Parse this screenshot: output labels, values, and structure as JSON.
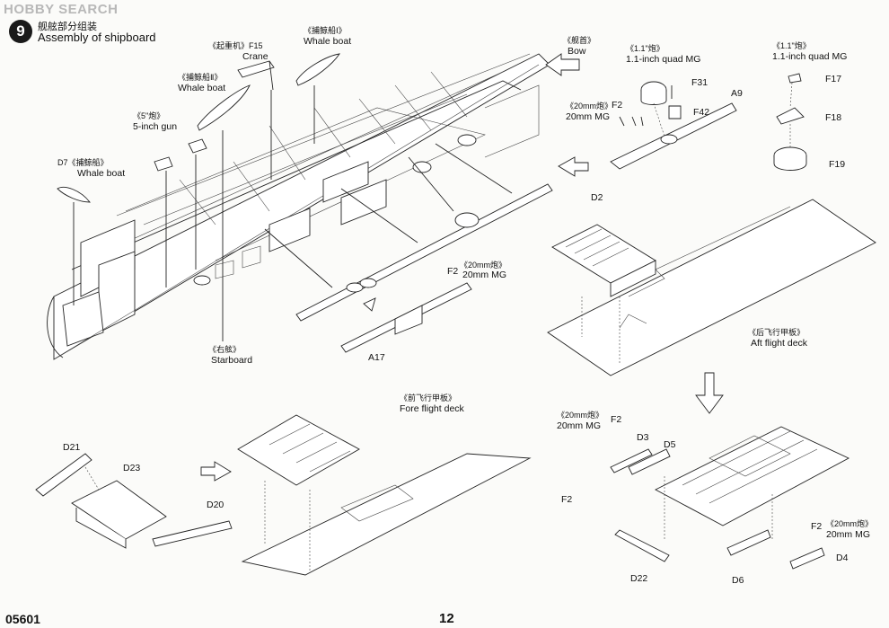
{
  "watermark": "HOBBY SEARCH",
  "step": {
    "number": "9",
    "title_cn": "舰舷部分组装",
    "title_en": "Assembly of shipboard"
  },
  "labels": {
    "crane_cn": "《起重机》F15",
    "crane_en": "Crane",
    "whaleboat1_cn": "《捕鲸船Ⅰ》",
    "whaleboat1_en": "Whale boat",
    "whaleboat2_cn": "《捕鲸船Ⅱ》",
    "whaleboat2_en": "Whale boat",
    "gun_cn": "《5\"炮》",
    "gun_en": "5-inch gun",
    "d7_cn": "D7《捕鲸船》",
    "d7_en": "Whale boat",
    "bow_cn": "《舰首》",
    "bow_en": "Bow",
    "quad1_cn": "《1.1\"炮》",
    "quad1_en": "1.1-inch quad MG",
    "quad2_cn": "《1.1\"炮》",
    "quad2_en": "1.1-inch quad MG",
    "mg_top_cn": "《20mm炮》",
    "mg_top_en": "20mm MG",
    "mg_mid_cn": "《20mm炮》",
    "mg_mid_en": "20mm MG",
    "mg_low_cn": "《20mm炮》",
    "mg_low_en": "20mm MG",
    "mg_right_cn": "《20mm炮》",
    "mg_right_en": "20mm MG",
    "starboard_cn": "《右舷》",
    "starboard_en": "Starboard",
    "aft_cn": "《后飞行甲板》",
    "aft_en": "Aft flight deck",
    "fore_cn": "《前飞行甲板》",
    "fore_en": "Fore flight deck"
  },
  "parts": {
    "f31": "F31",
    "f42": "F42",
    "a9": "A9",
    "f2": "F2",
    "f17": "F17",
    "f18": "F18",
    "f19": "F19",
    "d2": "D2",
    "a17": "A17",
    "d21": "D21",
    "d23": "D23",
    "d20": "D20",
    "d3": "D3",
    "d5": "D5",
    "d22": "D22",
    "d6": "D6",
    "d4": "D4"
  },
  "footer": {
    "code": "05601",
    "page": "12"
  }
}
